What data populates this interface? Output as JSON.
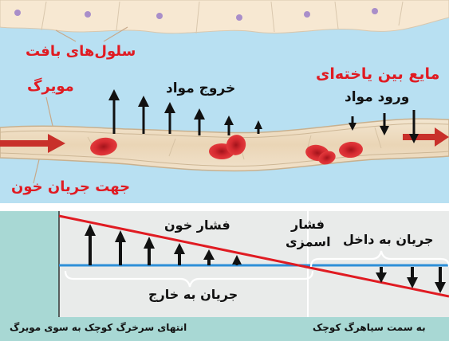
{
  "top_panel": {
    "labels": {
      "tissue_cells": "سلول‌های بافت",
      "capillary": "مویرگ",
      "interstitial_fluid": "مایع بین یاخته‌ای",
      "substances_out": "خروج مواد",
      "substances_in": "ورود مواد",
      "blood_flow_direction": "جهت جریان خون"
    },
    "colors": {
      "fluid": "#b8e0f2",
      "tissue_cells": "#f7e8d2",
      "vessel_wall": "#eedcc2",
      "red_blood_cell": "#d8242c",
      "flow_arrow": "#c8302a",
      "label_red": "#e01b22"
    }
  },
  "bottom_panel": {
    "labels": {
      "blood_pressure": "فشار خون",
      "osmotic_pressure_line1": "فشار",
      "osmotic_pressure_line2": "اسمزی",
      "inward_flow": "جریان به داخل",
      "outward_flow": "جریان به خارج",
      "arteriole_end": "انتهای سرخرگ کوچک به سوی مویرگ",
      "venule_end": "به سمت سیاهرگ کوچک"
    },
    "colors": {
      "background": "#a8d8d4",
      "plot_area": "#e9ebea",
      "blood_pressure_line": "#e01b22",
      "osmotic_pressure_line": "#2e8fd8"
    }
  }
}
